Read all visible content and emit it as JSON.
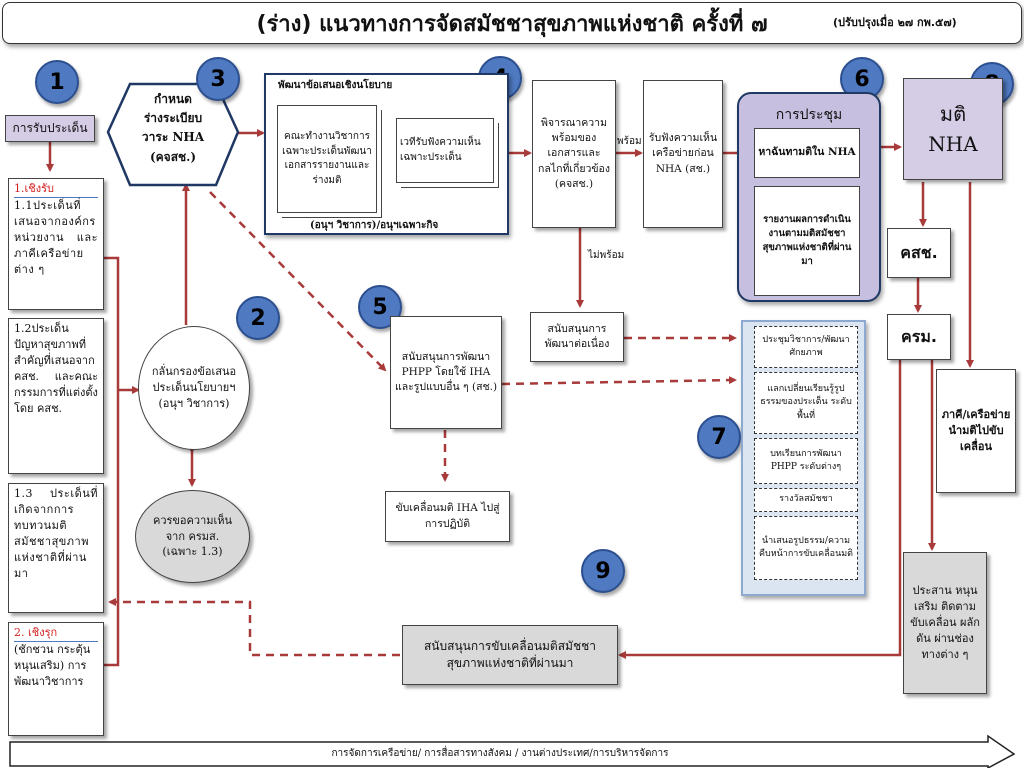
{
  "header": {
    "title": "(ร่าง) แนวทางการจัดสมัชชาสุขภาพแห่งชาติ ครั้งที่ ๗",
    "revised": "(ปรับปรุงเมื่อ ๒๗ กพ.๕๗)"
  },
  "steps": {
    "n1": "1",
    "n2": "2",
    "n3": "3",
    "n4": "4",
    "n5": "5",
    "n6": "6",
    "n7": "7",
    "n8": "8",
    "n9": "9"
  },
  "issue_receipt": "การรับประเด็น",
  "left_column": {
    "receive_heading": "1.เชิงรับ",
    "item_1_1": "1.1ประเด็นที่เสนอจากองค์กร หน่วยงาน และภาคีเครือข่ายต่าง ๆ",
    "item_1_2": "1.2ประเด็นปัญหาสุขภาพที่สำคัญที่เสนอจาก คสช. และคณะกรรมการที่แต่งตั้งโดย คสช.",
    "item_1_3": "1.3 ประเด็นที่เกิดจากการทบทวนมติสมัชชาสุขภาพแห่งชาติที่ผ่านมา",
    "proactive_heading": "2. เชิงรุก",
    "proactive_text": "(ชักชวน กระตุ้น หนุนเสริม) การพัฒนาวิชาการ"
  },
  "agenda_hexagon": {
    "line1": "กำหนด",
    "line2": "ร่างระเบียบ",
    "line3": "วาระ NHA",
    "line4": "(คจสช.)"
  },
  "policy_dev": {
    "heading": "พัฒนาข้อเสนอเชิงนโยบาย",
    "working_group": "คณะทำงานวิชาการเฉพาะประเด็นพัฒนาเอกสารรายงานและร่างมติ",
    "hearing_forum": "เวทีรับฟังความเห็นเฉพาะประเด็น",
    "footer": "(อนุฯ วิชาการ)/อนุฯเฉพาะกิจ"
  },
  "readiness_box": "พิจารณาความพร้อมของเอกสารและกลไกที่เกี่ยวข้อง (คจสช.)",
  "label_ready": "พร้อม",
  "label_not_ready": "ไม่พร้อม",
  "hearing_box": "รับฟังความเห็นเครือข่ายก่อน NHA (สช.)",
  "meeting": {
    "title": "การประชุม",
    "resolve": "หาฉันทามติใน NHA",
    "report": "รายงานผลการดำเนินงานตามมติสมัชชาสุขภาพแห่งชาติที่ผ่านมา"
  },
  "resolution_nha": {
    "line1": "มติ",
    "line2": "NHA"
  },
  "nhc_box": "คสช.",
  "cabinet_box": "ครม.",
  "partners_box": "ภาคี/เครือข่ายนำมติไปขับเคลื่อน",
  "coord_box": "ประสาน หนุนเสริม ติดตาม ขับเคลื่อน ผลักดัน ผ่านช่องทางต่าง ๆ",
  "screening": "กลั่นกรองข้อเสนอประเด็นนโยบายฯ (อนุฯ วิชาการ)",
  "cabinet_opinion": "ควรขอความเห็นจาก ครมส. (เฉพาะ 1.3)",
  "phpp_support": "สนับสนุนการพัฒนา PHPP โดยใช้ IHA และรูปแบบอื่น ๆ (สช.)",
  "iha_drive": "ขับเคลื่อนมติ IHA ไปสู่การปฏิบัติ",
  "continuous_support": "สนับสนุนการพัฒนาต่อเนื่อง",
  "panel7": [
    "ประชุมวิชาการ/พัฒนาศักยภาพ",
    "แลกเปลี่ยนเรียนรู้รูปธรรมของประเด็น ระดับพื้นที่",
    "บทเรียนการพัฒนา PHPP ระดับต่างๆ",
    "รางวัลสมัชชา",
    "นำเสนอรูปธรรม/ความคืบหน้าการขับเคลื่อนมติ"
  ],
  "past_resolution_support": "สนับสนุนการขับเคลื่อนมติสมัชชาสุขภาพแห่งชาติที่ผ่านมา",
  "bottom_bar": "การจัดการเครือข่าย/ การสื่อสารทางสังคม / งานต่างประเทศ/การบริหารจัดการ",
  "colors": {
    "step_circle": "#4f79c1",
    "arrow": "#a83a3a",
    "meeting_fill": "#c6bfdf",
    "lavender": "#d5cce6",
    "grey": "#d9d9d9",
    "panel7_fill": "#dbe4f1",
    "policy_border": "#1f3864"
  }
}
